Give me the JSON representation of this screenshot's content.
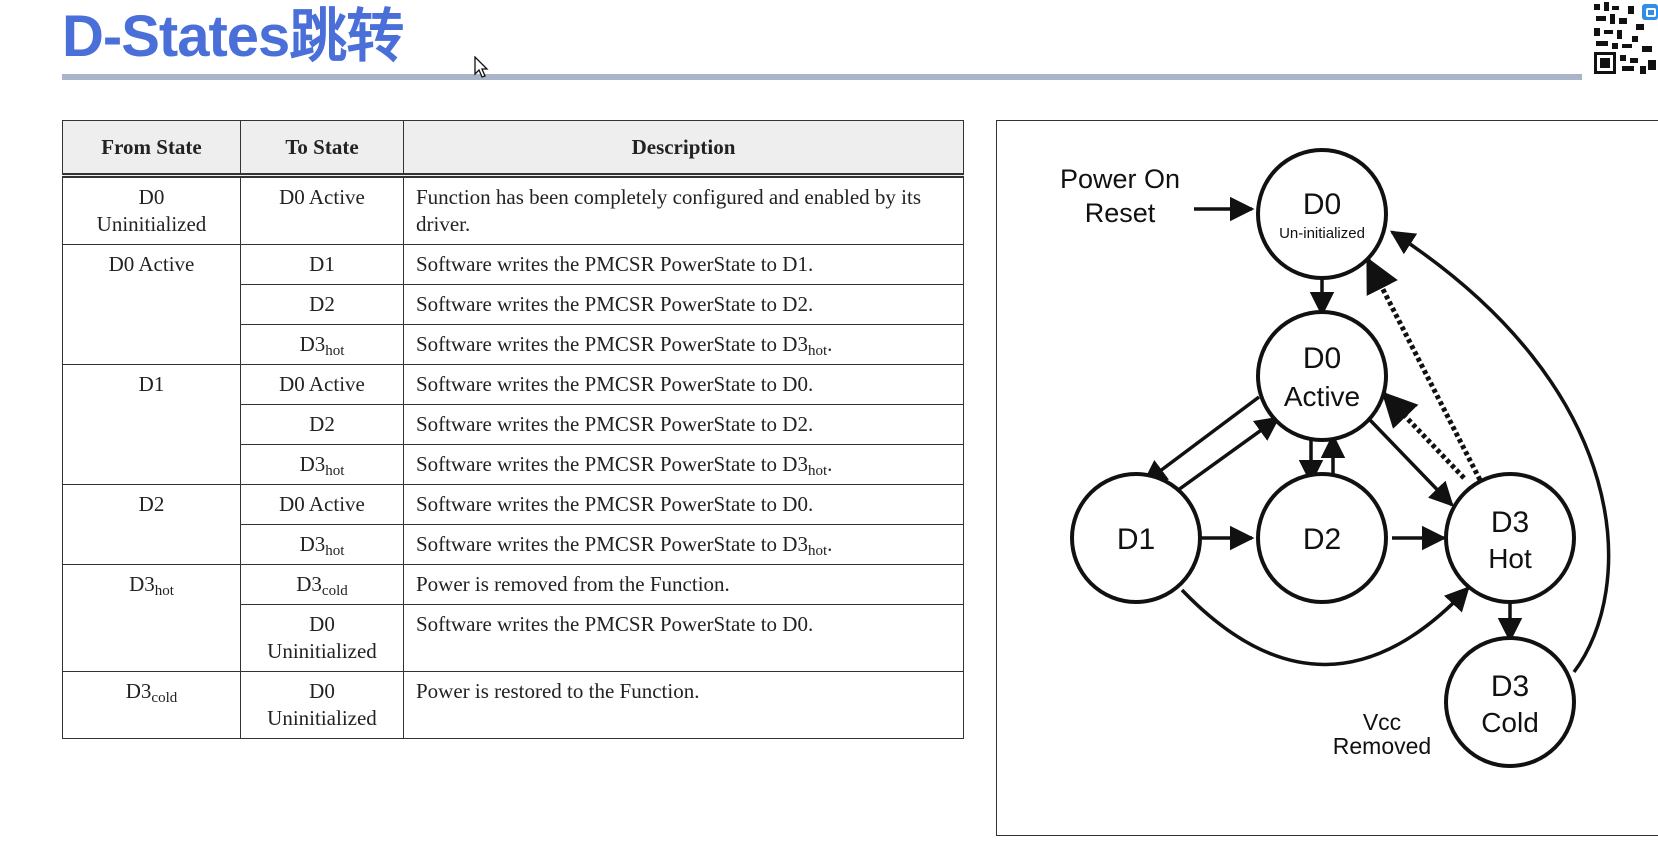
{
  "title": "D-States跳转",
  "table": {
    "headers": [
      "From State",
      "To State",
      "Description"
    ],
    "groups": [
      {
        "from": {
          "base": "D0",
          "line2": "Uninitialized",
          "sub": ""
        },
        "rows": [
          {
            "to": {
              "base": "D0 Active",
              "line2": "",
              "sub": ""
            },
            "desc": "Function has been completely configured and enabled by its driver.",
            "desc_sub": "",
            "desc_end": ""
          }
        ]
      },
      {
        "from": {
          "base": "D0 Active",
          "line2": "",
          "sub": ""
        },
        "rows": [
          {
            "to": {
              "base": "D1",
              "line2": "",
              "sub": ""
            },
            "desc": "Software writes the PMCSR PowerState to D1.",
            "desc_sub": "",
            "desc_end": ""
          },
          {
            "to": {
              "base": "D2",
              "line2": "",
              "sub": ""
            },
            "desc": "Software writes the PMCSR PowerState to D2.",
            "desc_sub": "",
            "desc_end": ""
          },
          {
            "to": {
              "base": "D3",
              "line2": "",
              "sub": "hot"
            },
            "desc": "Software writes the PMCSR PowerState to D3",
            "desc_sub": "hot",
            "desc_end": "."
          }
        ]
      },
      {
        "from": {
          "base": "D1",
          "line2": "",
          "sub": ""
        },
        "rows": [
          {
            "to": {
              "base": "D0 Active",
              "line2": "",
              "sub": ""
            },
            "desc": "Software writes the PMCSR PowerState to D0.",
            "desc_sub": "",
            "desc_end": ""
          },
          {
            "to": {
              "base": "D2",
              "line2": "",
              "sub": ""
            },
            "desc": "Software writes the PMCSR PowerState to D2.",
            "desc_sub": "",
            "desc_end": ""
          },
          {
            "to": {
              "base": "D3",
              "line2": "",
              "sub": "hot"
            },
            "desc": "Software writes the PMCSR PowerState to D3",
            "desc_sub": "hot",
            "desc_end": "."
          }
        ]
      },
      {
        "from": {
          "base": "D2",
          "line2": "",
          "sub": ""
        },
        "rows": [
          {
            "to": {
              "base": "D0 Active",
              "line2": "",
              "sub": ""
            },
            "desc": "Software writes the PMCSR PowerState to D0.",
            "desc_sub": "",
            "desc_end": ""
          },
          {
            "to": {
              "base": "D3",
              "line2": "",
              "sub": "hot"
            },
            "desc": "Software writes the PMCSR PowerState to D3",
            "desc_sub": "hot",
            "desc_end": "."
          }
        ]
      },
      {
        "from": {
          "base": "D3",
          "line2": "",
          "sub": "hot"
        },
        "rows": [
          {
            "to": {
              "base": "D3",
              "line2": "",
              "sub": "cold"
            },
            "desc": "Power is removed from the Function.",
            "desc_sub": "",
            "desc_end": ""
          },
          {
            "to": {
              "base": "D0",
              "line2": "Uninitialized",
              "sub": ""
            },
            "desc": "Software writes the PMCSR PowerState to D0.",
            "desc_sub": "",
            "desc_end": ""
          }
        ]
      },
      {
        "from": {
          "base": "D3",
          "line2": "",
          "sub": "cold"
        },
        "rows": [
          {
            "to": {
              "base": "D0",
              "line2": "Uninitialized",
              "sub": ""
            },
            "desc": "Power is restored to the Function.",
            "desc_sub": "",
            "desc_end": ""
          }
        ]
      }
    ]
  },
  "diagram": {
    "power_on_line1": "Power On",
    "power_on_line2": "Reset",
    "vcc_line1": "Vcc",
    "vcc_line2": "Removed",
    "nodes": {
      "d0u": {
        "line1": "D0",
        "line2": "Un-initialized"
      },
      "d0a": {
        "line1": "D0",
        "line2": "Active"
      },
      "d1": {
        "line1": "D1",
        "line2": ""
      },
      "d2": {
        "line1": "D2",
        "line2": ""
      },
      "d3h": {
        "line1": "D3",
        "line2": "Hot"
      },
      "d3c": {
        "line1": "D3",
        "line2": "Cold"
      }
    }
  },
  "colors": {
    "title": "#4a6fd8",
    "rule": "#a9b4c9",
    "header_bg": "#eeeeee"
  }
}
